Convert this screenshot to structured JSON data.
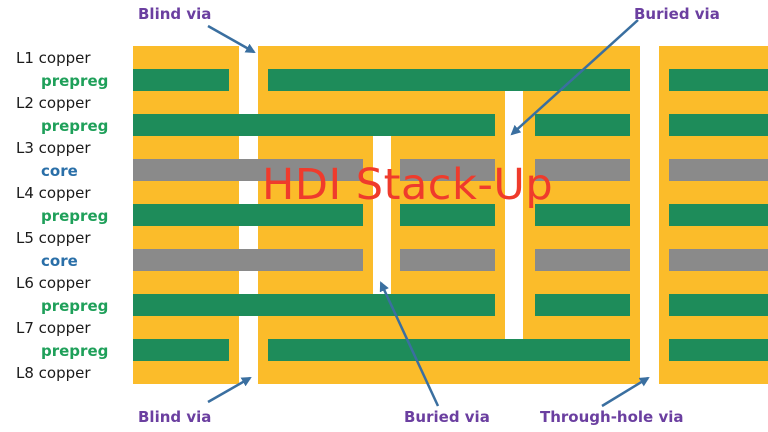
{
  "title": "HDI Stack-Up",
  "layers": [
    {
      "label": "L1 copper",
      "kind": "copper"
    },
    {
      "label": "prepreg",
      "kind": "prepreg"
    },
    {
      "label": "L2 copper",
      "kind": "copper"
    },
    {
      "label": "prepreg",
      "kind": "prepreg"
    },
    {
      "label": "L3 copper",
      "kind": "copper"
    },
    {
      "label": "core",
      "kind": "core"
    },
    {
      "label": "L4 copper",
      "kind": "copper"
    },
    {
      "label": "prepreg",
      "kind": "prepreg"
    },
    {
      "label": "L5 copper",
      "kind": "copper"
    },
    {
      "label": "core",
      "kind": "core"
    },
    {
      "label": "L6 copper",
      "kind": "copper"
    },
    {
      "label": "prepreg",
      "kind": "prepreg"
    },
    {
      "label": "L7 copper",
      "kind": "copper"
    },
    {
      "label": "prepreg",
      "kind": "prepreg"
    },
    {
      "label": "L8 copper",
      "kind": "copper"
    }
  ],
  "callouts": {
    "blind_via_top": "Blind via",
    "buried_via_top": "Buried via",
    "blind_via_bottom": "Blind via",
    "buried_via_bottom": "Buried via",
    "through_hole_via": "Through-hole via"
  },
  "colors": {
    "copper": "#fbbc2a",
    "prepreg": "#1e8c5a",
    "core": "#8a8a8a",
    "via": "#ffffff",
    "arrow": "#3a6fa0",
    "caption": "#6b3fa0",
    "title": "#ef3b2c"
  }
}
